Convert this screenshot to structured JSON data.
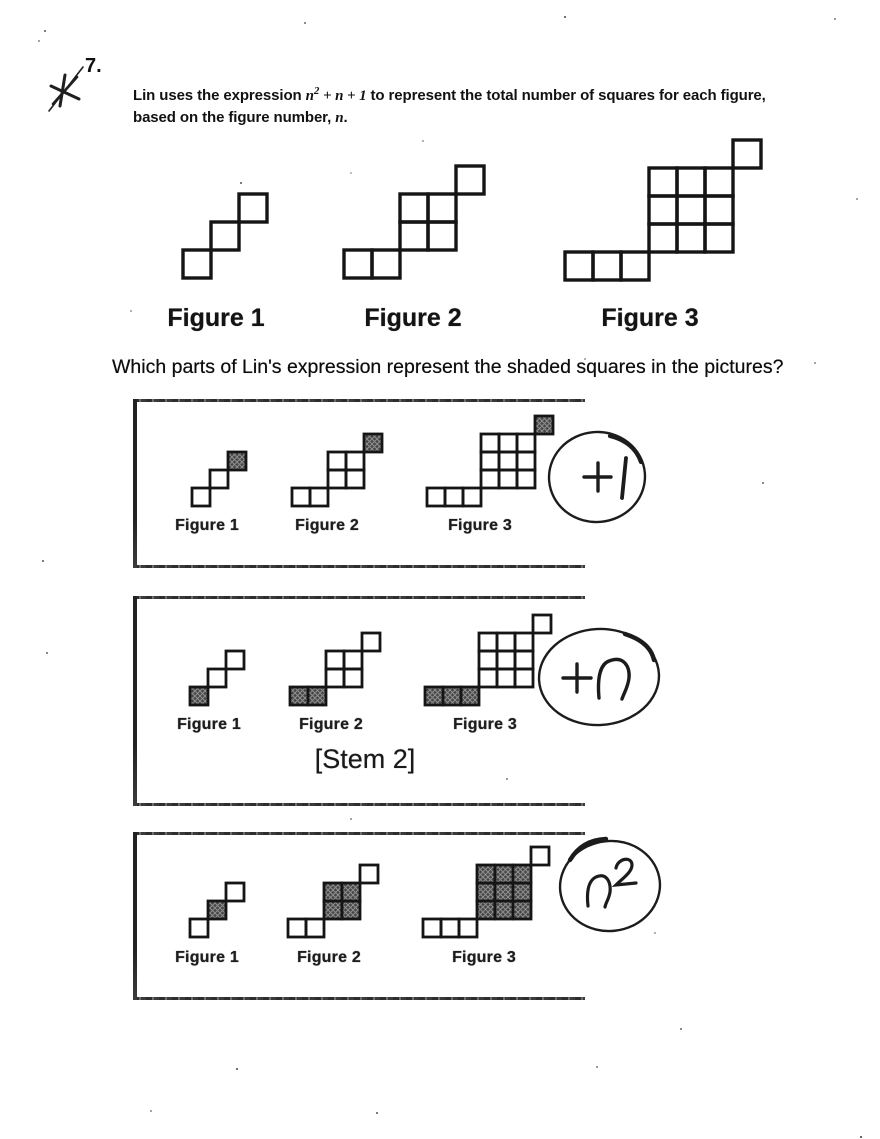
{
  "header": {
    "number": "7.",
    "line1_pre": "Lin uses the expression ",
    "expr_base": "n",
    "expr_sup": "2",
    "expr_rest": " + n + 1",
    "line1_post": " to represent the total number of squares for each figure,",
    "line2_pre": "based on the figure number, ",
    "line2_var": "n",
    "line2_period": "."
  },
  "question": "Which parts of Lin's expression represent the shaded squares in the pictures?",
  "main_figures": {
    "shaded": "none",
    "labels": [
      "Figure 1",
      "Figure 2",
      "Figure 3"
    ],
    "items": [
      {
        "n": 1
      },
      {
        "n": 2
      },
      {
        "n": 3
      }
    ]
  },
  "options": [
    {
      "id": "plus-one",
      "shaded": "extra",
      "labels": [
        "Figure 1",
        "Figure 2",
        "Figure 3"
      ],
      "items": [
        {
          "n": 1
        },
        {
          "n": 2
        },
        {
          "n": 3
        }
      ],
      "annotation": "+1"
    },
    {
      "id": "plus-n",
      "shaded": "bottom",
      "labels": [
        "Figure 1",
        "Figure 2",
        "Figure 3"
      ],
      "items": [
        {
          "n": 1
        },
        {
          "n": 2
        },
        {
          "n": 3
        }
      ],
      "annotation": "+n",
      "caption": "[Stem 2]"
    },
    {
      "id": "n-squared",
      "shaded": "block",
      "labels": [
        "Figure 1",
        "Figure 2",
        "Figure 3"
      ],
      "items": [
        {
          "n": 1
        },
        {
          "n": 2
        },
        {
          "n": 3
        }
      ],
      "annotation": "n^2"
    }
  ],
  "colors": {
    "ink": "#151515",
    "shade": "#454545",
    "shade_light": "#8f8f8f",
    "pen": "#1c1c1c",
    "paper": "#ffffff"
  }
}
